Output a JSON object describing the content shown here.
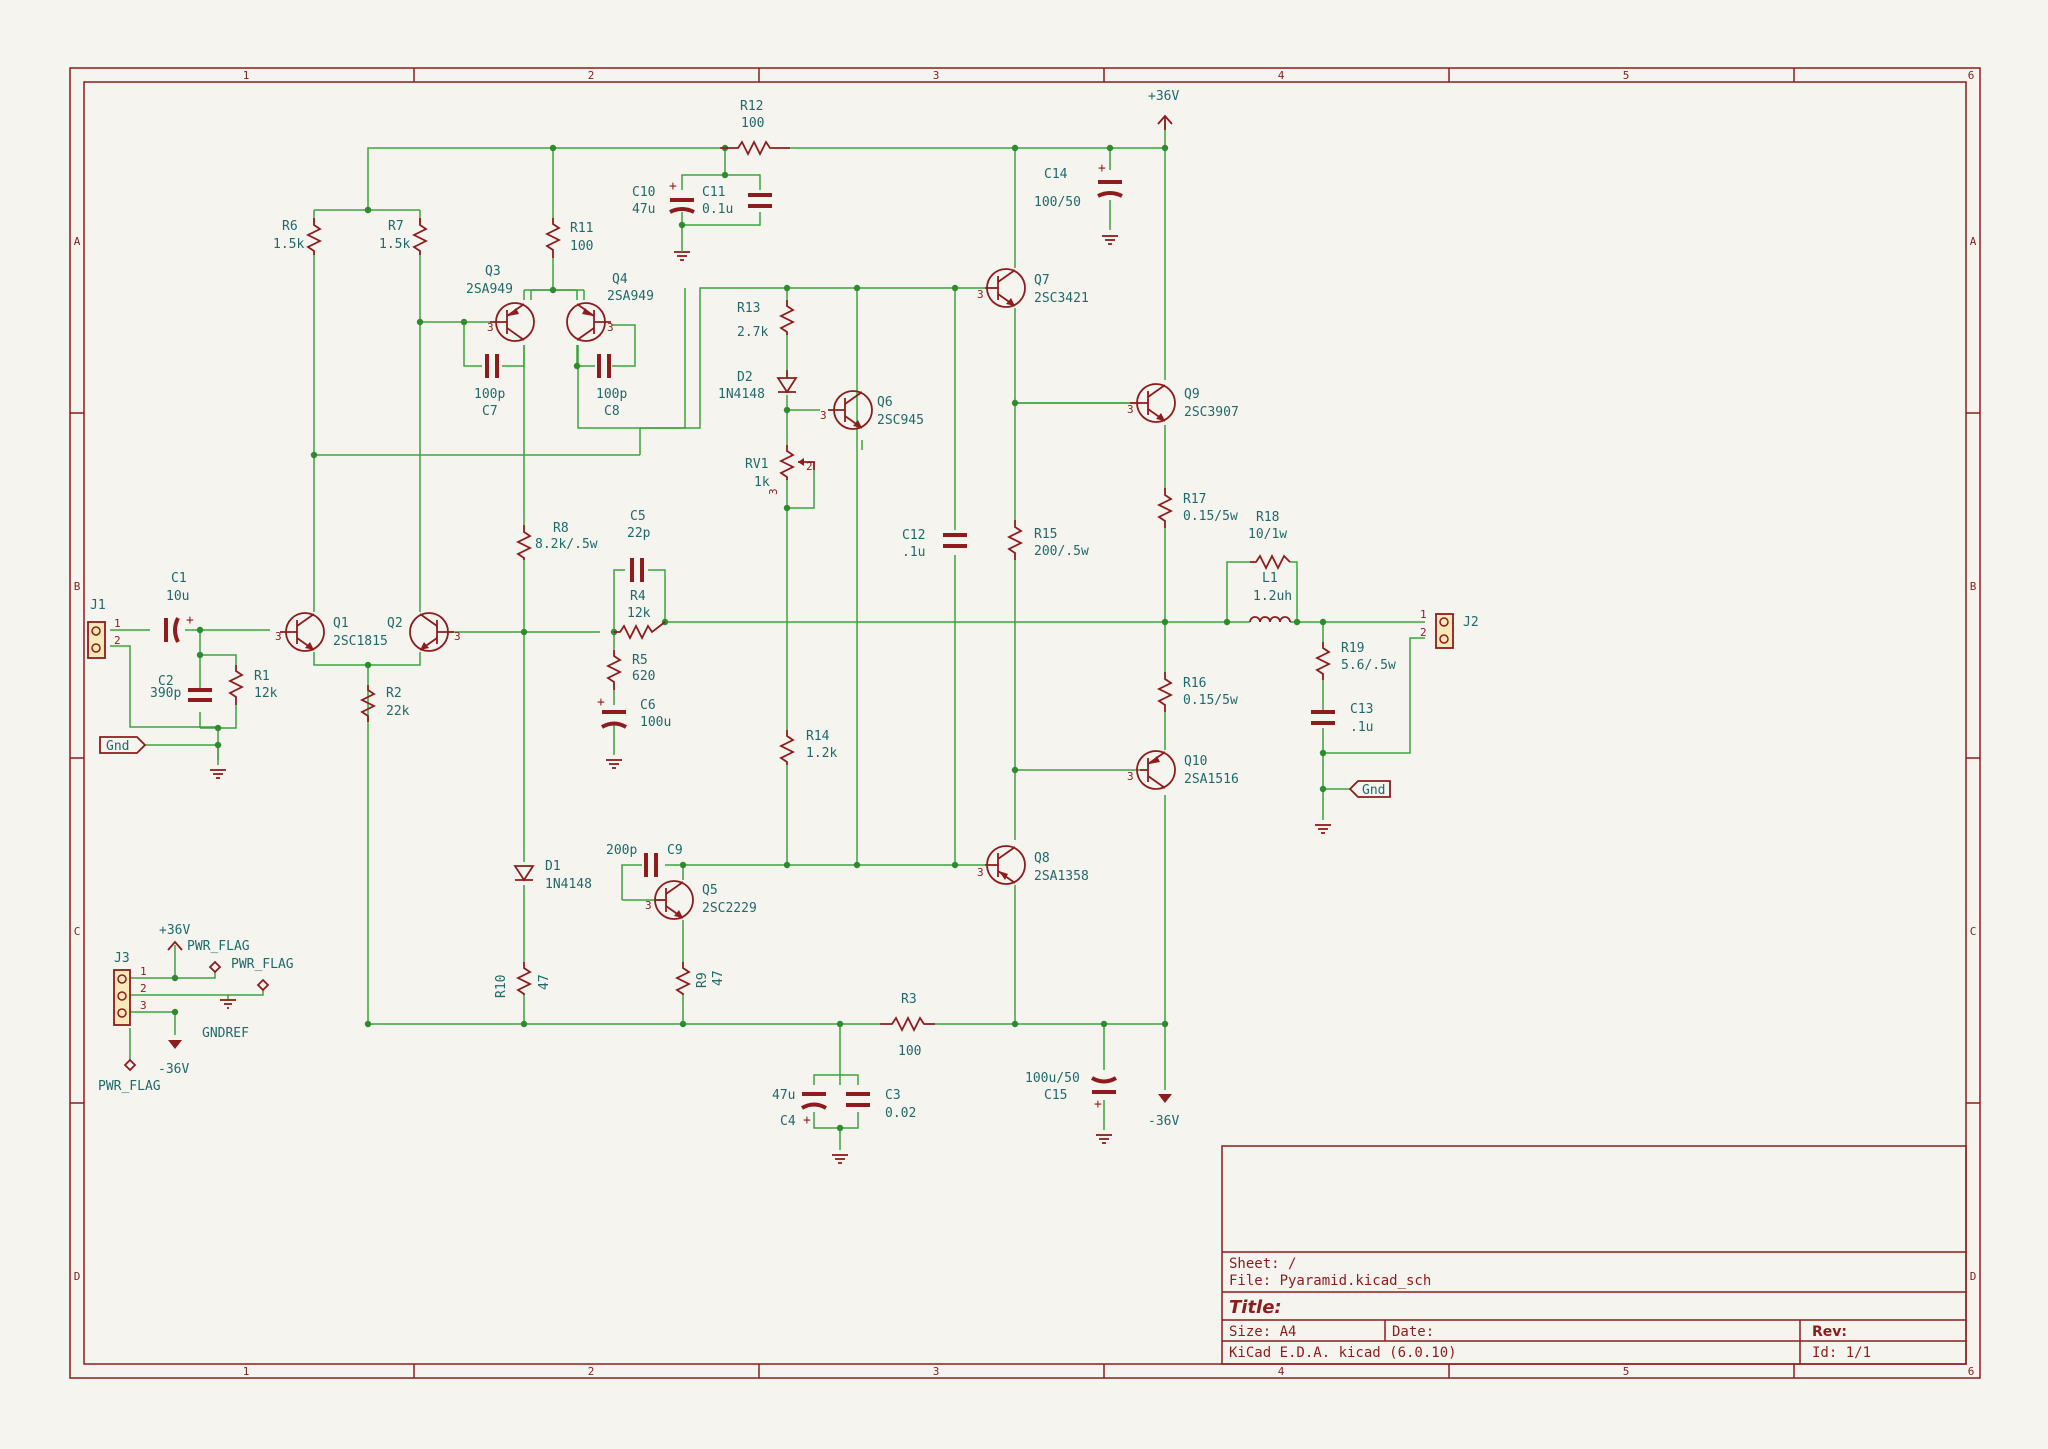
{
  "sheet": {
    "col_labels": [
      "1",
      "2",
      "3",
      "4",
      "5",
      "6"
    ],
    "row_labels": [
      "A",
      "B",
      "C",
      "D"
    ]
  },
  "title_block": {
    "sheet": "Sheet: /",
    "file": "File: Pyaramid.kicad_sch",
    "title": "Title:",
    "size": "Size: A4",
    "date": "Date:",
    "rev": "Rev:",
    "tool": "KiCad E.D.A.  kicad (6.0.10)",
    "id": "Id: 1/1"
  },
  "power": {
    "p36_top": "+36V",
    "m36_bot": "-36V",
    "p36_j3": "+36V",
    "m36_j3": "-36V",
    "pwr_flag_1": "PWR_FLAG",
    "pwr_flag_2": "PWR_FLAG",
    "pwr_flag_3": "PWR_FLAG",
    "gndref": "GNDREF",
    "gnd_in": "Gnd",
    "gnd_out": "Gnd"
  },
  "connectors": {
    "J1": {
      "ref": "J1",
      "p1": "1",
      "p2": "2"
    },
    "J2": {
      "ref": "J2",
      "p1": "1",
      "p2": "2"
    },
    "J3": {
      "ref": "J3",
      "p1": "1",
      "p2": "2",
      "p3": "3"
    }
  },
  "components": {
    "R1": {
      "ref": "R1",
      "val": "12k"
    },
    "R2": {
      "ref": "R2",
      "val": "22k"
    },
    "R3": {
      "ref": "R3",
      "val": "100"
    },
    "R4": {
      "ref": "R4",
      "val": "12k"
    },
    "R5": {
      "ref": "R5",
      "val": "620"
    },
    "R6": {
      "ref": "R6",
      "val": "1.5k"
    },
    "R7": {
      "ref": "R7",
      "val": "1.5k"
    },
    "R8": {
      "ref": "R8",
      "val": "8.2k/.5w"
    },
    "R9": {
      "ref": "R9",
      "val": "47"
    },
    "R10": {
      "ref": "R10",
      "val": "47"
    },
    "R11": {
      "ref": "R11",
      "val": "100"
    },
    "R12": {
      "ref": "R12",
      "val": "100"
    },
    "R13": {
      "ref": "R13",
      "val": "2.7k"
    },
    "R14": {
      "ref": "R14",
      "val": "1.2k"
    },
    "R15": {
      "ref": "R15",
      "val": "200/.5w"
    },
    "R16": {
      "ref": "R16",
      "val": "0.15/5w"
    },
    "R17": {
      "ref": "R17",
      "val": "0.15/5w"
    },
    "R18": {
      "ref": "R18",
      "val": "10/1w"
    },
    "R19": {
      "ref": "R19",
      "val": "5.6/.5w"
    },
    "RV1": {
      "ref": "RV1",
      "val": "1k"
    },
    "C1": {
      "ref": "C1",
      "val": "10u"
    },
    "C2": {
      "ref": "C2",
      "val": "390p"
    },
    "C3": {
      "ref": "C3",
      "val": "0.02"
    },
    "C4": {
      "ref": "C4",
      "val": "47u"
    },
    "C5": {
      "ref": "C5",
      "val": "22p"
    },
    "C6": {
      "ref": "C6",
      "val": "100u"
    },
    "C7": {
      "ref": "C7",
      "val": "100p"
    },
    "C8": {
      "ref": "C8",
      "val": "100p"
    },
    "C9": {
      "ref": "C9",
      "val": "200p"
    },
    "C10": {
      "ref": "C10",
      "val": "47u"
    },
    "C11": {
      "ref": "C11",
      "val": "0.1u"
    },
    "C12": {
      "ref": "C12",
      "val": ".1u"
    },
    "C13": {
      "ref": "C13",
      "val": ".1u"
    },
    "C14": {
      "ref": "C14",
      "val": "100/50"
    },
    "C15": {
      "ref": "C15",
      "val": "100u/50"
    },
    "L1": {
      "ref": "L1",
      "val": "1.2uh"
    },
    "D1": {
      "ref": "D1",
      "val": "1N4148"
    },
    "D2": {
      "ref": "D2",
      "val": "1N4148"
    },
    "Q1": {
      "ref": "Q1",
      "val": "2SC1815"
    },
    "Q2": {
      "ref": "Q2",
      "val": ""
    },
    "Q3": {
      "ref": "Q3",
      "val": "2SA949"
    },
    "Q4": {
      "ref": "Q4",
      "val": "2SA949"
    },
    "Q5": {
      "ref": "Q5",
      "val": "2SC2229"
    },
    "Q6": {
      "ref": "Q6",
      "val": "2SC945"
    },
    "Q7": {
      "ref": "Q7",
      "val": "2SC3421"
    },
    "Q8": {
      "ref": "Q8",
      "val": "2SA1358"
    },
    "Q9": {
      "ref": "Q9",
      "val": "2SC3907"
    },
    "Q10": {
      "ref": "Q10",
      "val": "2SA1516"
    }
  }
}
